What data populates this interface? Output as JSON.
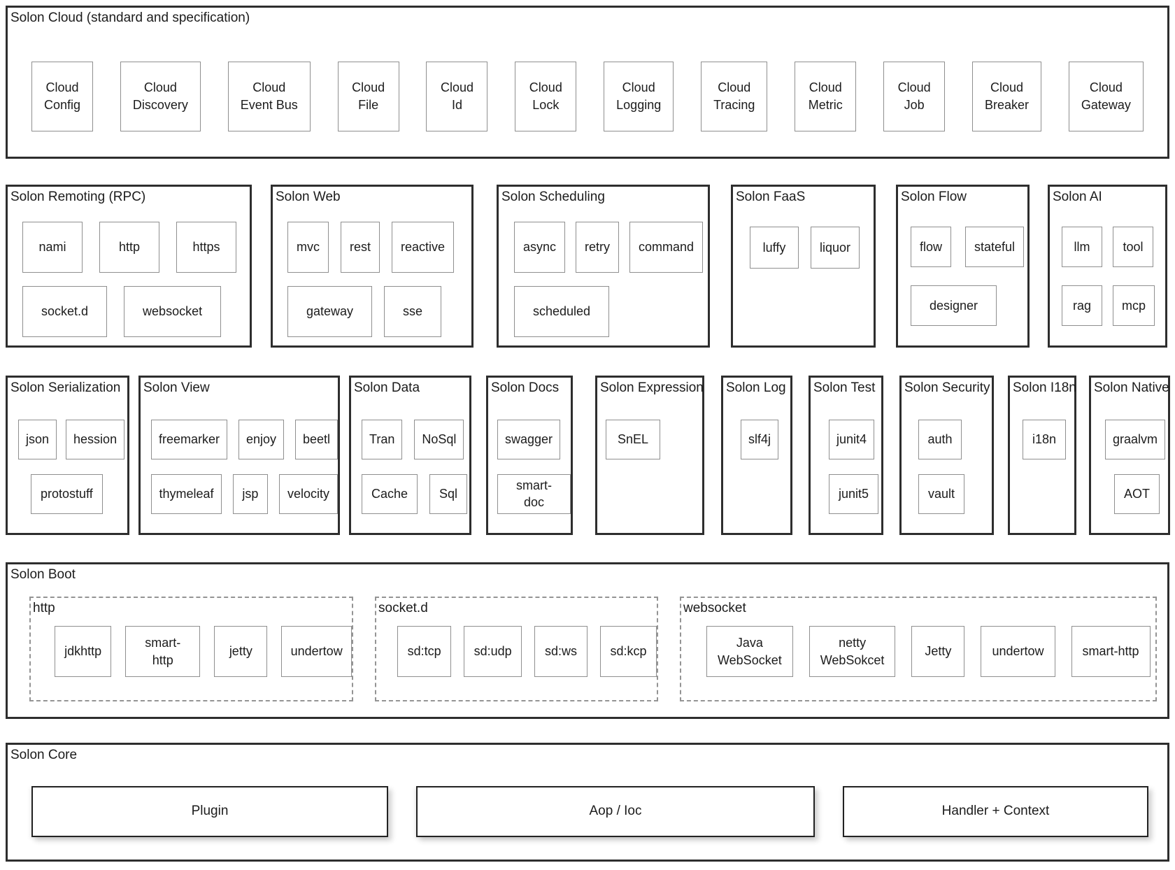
{
  "colors": {
    "panel_border": "#2e2e2e",
    "box_border": "#8f8f8f",
    "text": "#1c1c1c",
    "background": "#ffffff"
  },
  "sections": {
    "cloud": {
      "title": "Solon Cloud (standard and specification)",
      "items": [
        "Cloud\nConfig",
        "Cloud\nDiscovery",
        "Cloud\nEvent Bus",
        "Cloud\nFile",
        "Cloud\nId",
        "Cloud\nLock",
        "Cloud\nLogging",
        "Cloud\nTracing",
        "Cloud\nMetric",
        "Cloud\nJob",
        "Cloud\nBreaker",
        "Cloud\nGateway"
      ]
    },
    "remoting": {
      "title": "Solon Remoting (RPC)",
      "row1": [
        "nami",
        "http",
        "https"
      ],
      "row2": [
        "socket.d",
        "websocket"
      ]
    },
    "web": {
      "title": "Solon Web",
      "row1": [
        "mvc",
        "rest",
        "reactive"
      ],
      "row2": [
        "gateway",
        "sse"
      ]
    },
    "scheduling": {
      "title": "Solon Scheduling",
      "row1": [
        "async",
        "retry",
        "command"
      ],
      "row2": [
        "scheduled"
      ]
    },
    "faas": {
      "title": "Solon FaaS",
      "row1": [
        "luffy",
        "liquor"
      ],
      "row2": []
    },
    "flow": {
      "title": "Solon Flow",
      "row1": [
        "flow",
        "stateful"
      ],
      "row2": [
        "designer"
      ]
    },
    "ai": {
      "title": "Solon AI",
      "row1": [
        "llm",
        "tool"
      ],
      "row2": [
        "rag",
        "mcp"
      ]
    },
    "serialization": {
      "title": "Solon Serialization",
      "row1": [
        "json",
        "hession"
      ],
      "row2": [
        "protostuff"
      ]
    },
    "view": {
      "title": "Solon View",
      "row1": [
        "freemarker",
        "enjoy",
        "beetl"
      ],
      "row2": [
        "thymeleaf",
        "jsp",
        "velocity"
      ]
    },
    "data": {
      "title": "Solon Data",
      "row1": [
        "Tran",
        "NoSql"
      ],
      "row2": [
        "Cache",
        "Sql"
      ]
    },
    "docs": {
      "title": "Solon Docs",
      "row1": [
        "swagger"
      ],
      "row2": [
        "smart-doc"
      ]
    },
    "expression": {
      "title": "Solon Expression",
      "row1": [
        "SnEL"
      ],
      "row2": []
    },
    "log": {
      "title": "Solon Log",
      "row1": [
        "slf4j"
      ],
      "row2": []
    },
    "test": {
      "title": "Solon Test",
      "row1": [
        "junit4"
      ],
      "row2": [
        "junit5"
      ]
    },
    "security": {
      "title": "Solon Security",
      "row1": [
        "auth"
      ],
      "row2": [
        "vault"
      ]
    },
    "i18n": {
      "title": "Solon I18n",
      "row1": [
        "i18n"
      ],
      "row2": []
    },
    "native": {
      "title": "Solon Native",
      "row1": [
        "graalvm"
      ],
      "row2": [
        "AOT"
      ]
    },
    "boot": {
      "title": "Solon Boot",
      "groups": [
        {
          "name": "http",
          "items": [
            "jdkhttp",
            "smart-http",
            "jetty",
            "undertow"
          ]
        },
        {
          "name": "socket.d",
          "items": [
            "sd:tcp",
            "sd:udp",
            "sd:ws",
            "sd:kcp"
          ]
        },
        {
          "name": "websocket",
          "items": [
            "Java\nWebSocket",
            "netty\nWebSokcet",
            "Jetty",
            "undertow",
            "smart-http"
          ]
        }
      ]
    },
    "core": {
      "title": "Solon Core",
      "items": [
        "Plugin",
        "Aop / Ioc",
        "Handler + Context"
      ]
    }
  }
}
